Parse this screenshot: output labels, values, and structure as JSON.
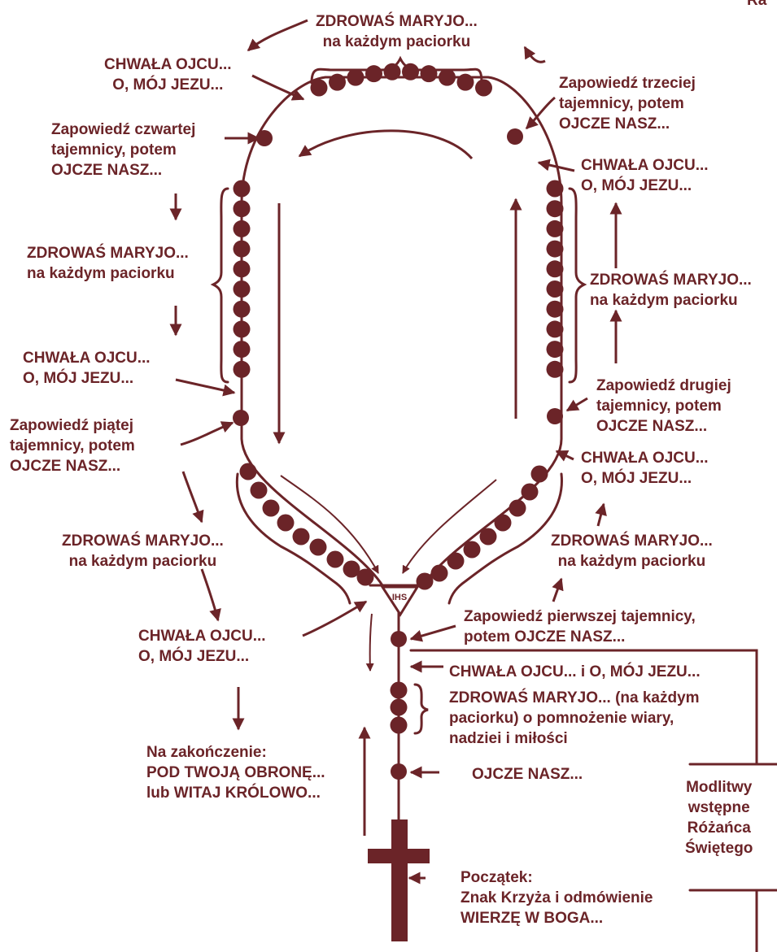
{
  "colors": {
    "ink": "#6b2428",
    "bead": "#6b2428",
    "background": "#ffffff"
  },
  "corner_mark": "Ra",
  "medallion_text": "IHS",
  "labels": {
    "top_hail_mary": [
      "ZDROWAŚ MARYJO...",
      "na każdym paciorku"
    ],
    "glory_top_left": [
      "CHWAŁA OJCU...",
      "O, MÓJ JEZU..."
    ],
    "fourth_mystery": [
      "Zapowiedź czwartej",
      "tajemnicy, potem",
      "OJCZE NASZ..."
    ],
    "left_hail_mary": [
      "ZDROWAŚ MARYJO...",
      "na każdym paciorku"
    ],
    "glory_left": [
      "CHWAŁA OJCU...",
      "O, MÓJ JEZU..."
    ],
    "fifth_mystery": [
      "Zapowiedź piątej",
      "tajemnicy, potem",
      "OJCZE NASZ..."
    ],
    "lower_left_hail_mary": [
      "ZDROWAŚ MARYJO...",
      "na każdym paciorku"
    ],
    "glory_lower_left": [
      "CHWAŁA OJCU...",
      "O, MÓJ JEZU..."
    ],
    "ending": [
      "Na zakończenie:",
      "POD TWOJĄ OBRONĘ...",
      "lub WITAJ KRÓLOWO..."
    ],
    "third_mystery": [
      "Zapowiedź trzeciej",
      "tajemnicy, potem",
      "OJCZE NASZ..."
    ],
    "glory_top_right": [
      "CHWAŁA OJCU...",
      "O, MÓJ JEZU..."
    ],
    "right_hail_mary": [
      "ZDROWAŚ MARYJO...",
      "na każdym paciorku"
    ],
    "second_mystery": [
      "Zapowiedź drugiej",
      "tajemnicy, potem",
      "OJCZE NASZ..."
    ],
    "glory_right": [
      "CHWAŁA OJCU...",
      "O, MÓJ JEZU..."
    ],
    "lower_right_hail_mary": [
      "ZDROWAŚ MARYJO...",
      "na każdym paciorku"
    ],
    "first_mystery": [
      "Zapowiedź pierwszej tajemnicy,",
      "potem OJCZE NASZ..."
    ],
    "stem_glory": [
      "CHWAŁA OJCU... i O, MÓJ JEZU..."
    ],
    "stem_hail_mary": [
      "ZDROWAŚ MARYJO... (na każdym",
      "paciorku) o pomnożenie wiary,",
      "nadziei i miłości"
    ],
    "stem_our_father": [
      "OJCZE NASZ..."
    ],
    "opening_prayers": [
      "Modlitwy",
      "wstępne",
      "Różańca",
      "Świętego"
    ],
    "beginning": [
      "Początek:",
      "Znak Krzyża i odmówienie",
      "WIERZĘ W BOGA..."
    ]
  }
}
